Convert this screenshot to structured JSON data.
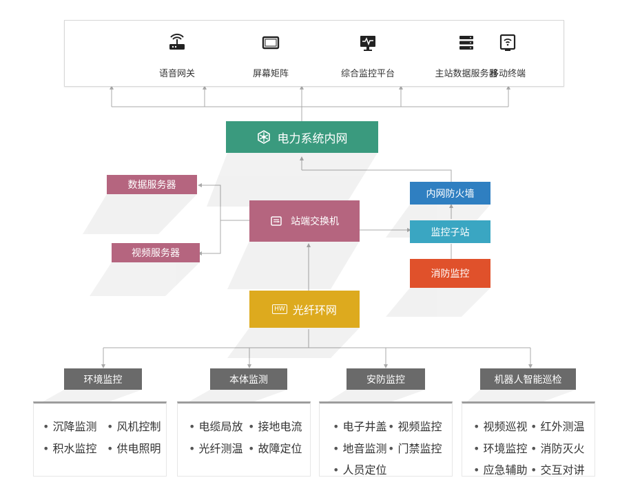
{
  "top_items": [
    {
      "label": "语音网关",
      "icon": "router-icon"
    },
    {
      "label": "屏幕矩阵",
      "icon": "screen-icon"
    },
    {
      "label": "综合监控平台",
      "icon": "monitor-icon"
    },
    {
      "label": "主站数据服务器",
      "icon": "server-icon"
    },
    {
      "label": "移动终端",
      "icon": "mobile-terminal-icon"
    }
  ],
  "core": {
    "label": "电力系统内网",
    "icon": "network-hub-icon"
  },
  "data_server": {
    "label": "数据服务器"
  },
  "video_server": {
    "label": "视频服务器"
  },
  "switch": {
    "label": "站端交换机",
    "icon": "switch-icon"
  },
  "firewall": {
    "label": "内网防火墙"
  },
  "substation": {
    "label": "监控子站"
  },
  "fire": {
    "label": "消防监控"
  },
  "fiber": {
    "label": "光纤环网",
    "icon": "hw-badge-icon",
    "icon_text": "HW"
  },
  "categories": [
    {
      "label": "环境监控",
      "items": [
        "沉降监测",
        "风机控制",
        "积水监控",
        "供电照明"
      ]
    },
    {
      "label": "本体监测",
      "items": [
        "电缆局放",
        "接地电流",
        "光纤测温",
        "故障定位"
      ]
    },
    {
      "label": "安防监控",
      "items": [
        "电子井盖",
        "视频监控",
        "地音监测",
        "门禁监控",
        "人员定位"
      ]
    },
    {
      "label": "机器人智能巡检",
      "items": [
        "视频巡视",
        "红外测温",
        "环境监控",
        "消防灭火",
        "应急辅助",
        "交互对讲"
      ]
    }
  ],
  "colors": {
    "green": "#3a9a7e",
    "pink": "#b5657f",
    "blue": "#2f7fc1",
    "cyan": "#3aa6c2",
    "red": "#e0512b",
    "gold": "#ddaa1e",
    "gray": "#6a6a6a",
    "line": "#a9a9a9"
  }
}
